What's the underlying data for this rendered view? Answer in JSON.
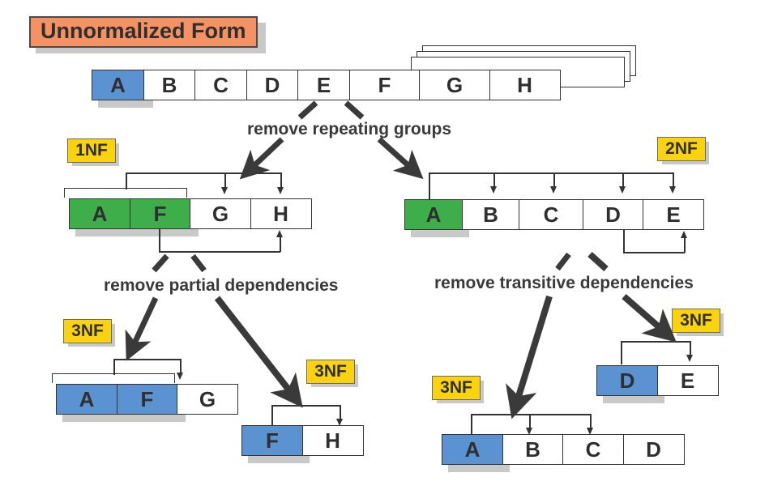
{
  "title": {
    "text": "Unnormalized Form"
  },
  "colors": {
    "unnormalized_banner": "#F59264",
    "nf_badge": "#FBD20E",
    "primary_key_blue": "#5B93D2",
    "partial_key_green": "#3EAE4B",
    "cell_white": "#FFFFFF",
    "line_dark": "#333333",
    "shadow_gray": "#C9C9C9",
    "arrow_dark": "#3A3A3A"
  },
  "captions": {
    "remove_repeating_groups": "remove repeating groups",
    "remove_partial_dependencies": "remove partial dependencies",
    "remove_transitive_dependencies": "remove transitive dependencies"
  },
  "badges": {
    "1nf": "1NF",
    "2nf": "2NF",
    "3nf_afg": "3NF",
    "3nf_fh": "3NF",
    "3nf_abcd": "3NF",
    "3nf_de": "3NF"
  },
  "relations": {
    "unnormalized": {
      "name": "unnormalized-relation",
      "attributes": [
        "A",
        "B",
        "C",
        "D",
        "E",
        "F",
        "G",
        "H"
      ],
      "key_attributes": [
        "A"
      ],
      "repeating_group": [
        "F",
        "G",
        "H"
      ],
      "repeat_copies": 3
    },
    "first_normal_form": {
      "name": "1nf-relation",
      "attributes": [
        "A",
        "F",
        "G",
        "H"
      ],
      "key_attributes": [
        "A",
        "F"
      ],
      "dependencies": [
        "A,F -> G",
        "A,F -> H",
        "F -> H"
      ]
    },
    "second_normal_form": {
      "name": "2nf-relation",
      "attributes": [
        "A",
        "B",
        "C",
        "D",
        "E"
      ],
      "key_attributes": [
        "A"
      ],
      "dependencies": [
        "A -> B",
        "A -> C",
        "A -> D",
        "A -> E",
        "D -> E"
      ]
    },
    "third_normal_form_afg": {
      "name": "3nf-relation-afg",
      "attributes": [
        "A",
        "F",
        "G"
      ],
      "key_attributes": [
        "A",
        "F"
      ],
      "dependencies": [
        "A,F -> G"
      ]
    },
    "third_normal_form_fh": {
      "name": "3nf-relation-fh",
      "attributes": [
        "F",
        "H"
      ],
      "key_attributes": [
        "F"
      ],
      "dependencies": [
        "F -> H"
      ]
    },
    "third_normal_form_abcd": {
      "name": "3nf-relation-abcd",
      "attributes": [
        "A",
        "B",
        "C",
        "D"
      ],
      "key_attributes": [
        "A"
      ],
      "dependencies": [
        "A -> B",
        "A -> C"
      ]
    },
    "third_normal_form_de": {
      "name": "3nf-relation-de",
      "attributes": [
        "D",
        "E"
      ],
      "key_attributes": [
        "D"
      ],
      "dependencies": [
        "D -> E"
      ]
    }
  }
}
